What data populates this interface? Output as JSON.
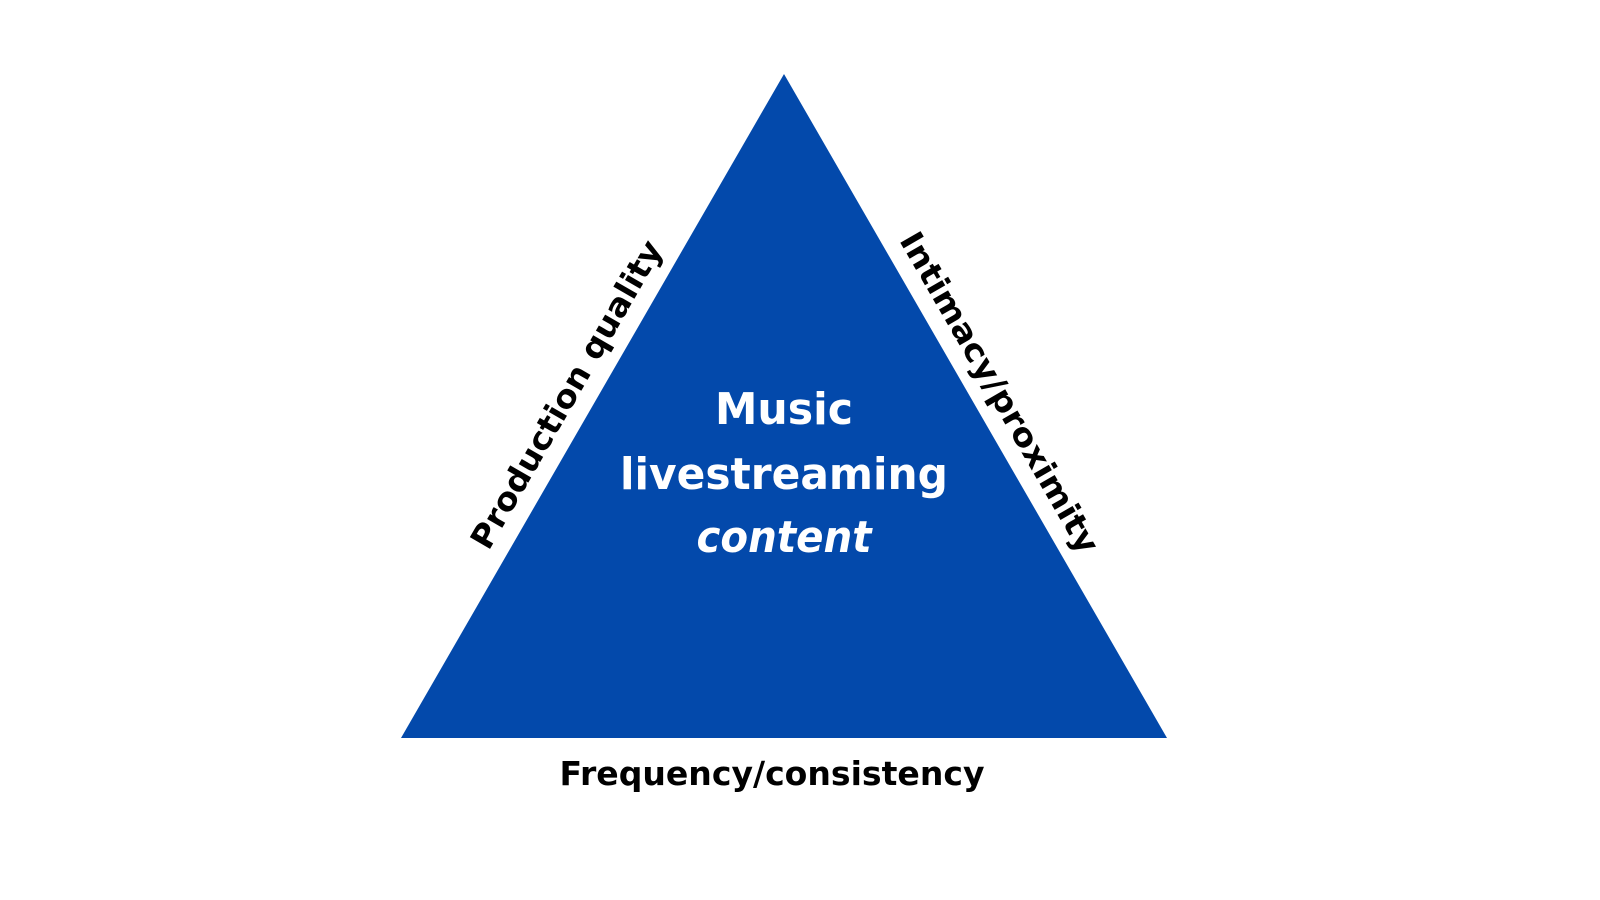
{
  "colors": {
    "triangle": "#0349AB",
    "center_text": "#ffffff",
    "label_text": "#000000"
  },
  "center": {
    "line1": "Music",
    "line2": "livestreaming",
    "line3": "content"
  },
  "labels": {
    "left": "Production quality",
    "right": "Intimacy/proximity",
    "bottom": "Frequency/consistency"
  }
}
